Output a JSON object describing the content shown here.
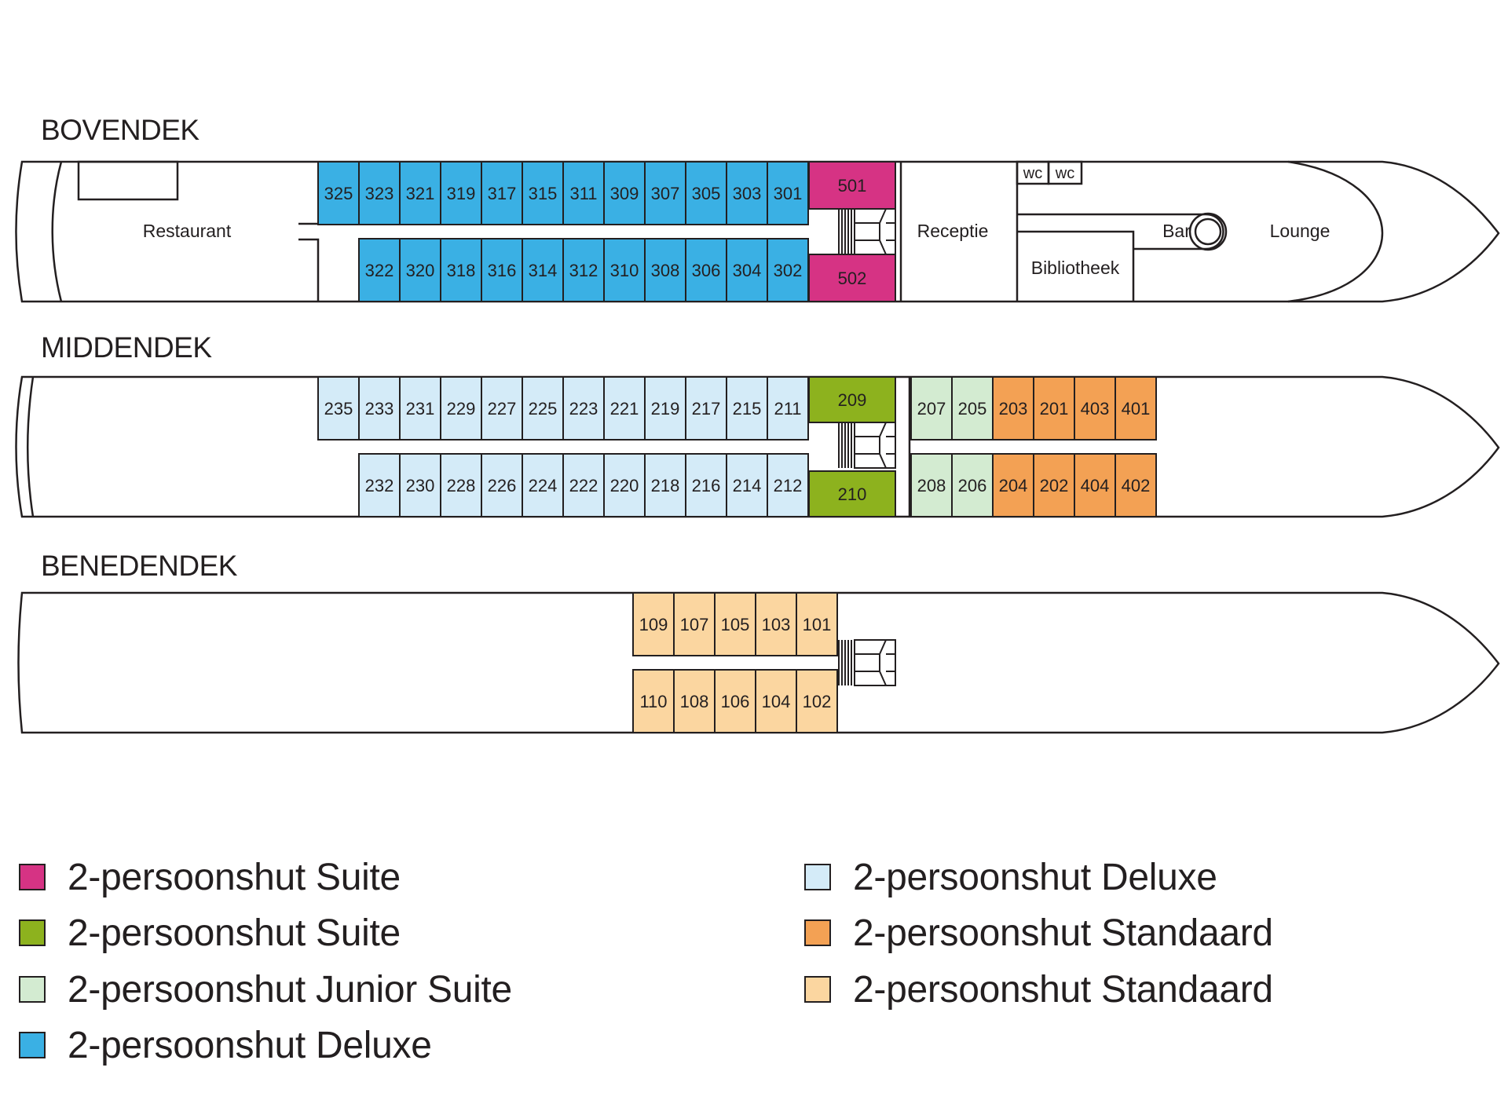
{
  "colors": {
    "suite_magenta": "#d63384",
    "suite_green": "#8db21e",
    "junior_suite": "#d3ebd1",
    "deluxe_blue": "#3ab0e4",
    "deluxe_light": "#d4ebf8",
    "standaard_orange": "#f3a154",
    "standaard_peach": "#fbd6a0",
    "outline": "#231f20"
  },
  "decks": [
    {
      "name": "BOVENDEK",
      "rows": [
        {
          "class": "deluxe_blue",
          "cabins": [
            "325",
            "323",
            "321",
            "319",
            "317",
            "315",
            "311",
            "309",
            "307",
            "305",
            "303",
            "301"
          ]
        },
        {
          "class": "deluxe_blue",
          "cabins": [
            "322",
            "320",
            "318",
            "316",
            "314",
            "312",
            "310",
            "308",
            "306",
            "304",
            "302"
          ]
        }
      ],
      "suites": [
        {
          "class": "suite_magenta",
          "top": "501",
          "bottom": "502"
        }
      ],
      "labels": {
        "restaurant": "Restaurant",
        "receptie": "Receptie",
        "bar": "Bar",
        "lounge": "Lounge",
        "bibliotheek": "Bibliotheek",
        "wc1": "wc",
        "wc2": "wc"
      }
    },
    {
      "name": "MIDDENDEK",
      "rows": [
        {
          "class": "deluxe_light",
          "cabins": [
            "235",
            "233",
            "231",
            "229",
            "227",
            "225",
            "223",
            "221",
            "219",
            "217",
            "215",
            "211"
          ]
        },
        {
          "class": "deluxe_light",
          "cabins": [
            "232",
            "230",
            "228",
            "226",
            "224",
            "222",
            "220",
            "218",
            "216",
            "214",
            "212"
          ]
        }
      ],
      "suites": [
        {
          "class": "suite_green",
          "top": "209",
          "bottom": "210"
        }
      ],
      "aft_rows": [
        {
          "cabins": [
            {
              "n": "207",
              "class": "junior_suite"
            },
            {
              "n": "205",
              "class": "junior_suite"
            },
            {
              "n": "203",
              "class": "standaard_orange"
            },
            {
              "n": "201",
              "class": "standaard_orange"
            },
            {
              "n": "403",
              "class": "standaard_orange"
            },
            {
              "n": "401",
              "class": "standaard_orange"
            }
          ]
        },
        {
          "cabins": [
            {
              "n": "208",
              "class": "junior_suite"
            },
            {
              "n": "206",
              "class": "junior_suite"
            },
            {
              "n": "204",
              "class": "standaard_orange"
            },
            {
              "n": "202",
              "class": "standaard_orange"
            },
            {
              "n": "404",
              "class": "standaard_orange"
            },
            {
              "n": "402",
              "class": "standaard_orange"
            }
          ]
        }
      ]
    },
    {
      "name": "BENEDENDEK",
      "rows": [
        {
          "class": "standaard_peach",
          "cabins": [
            "109",
            "107",
            "105",
            "103",
            "101"
          ]
        },
        {
          "class": "standaard_peach",
          "cabins": [
            "110",
            "108",
            "106",
            "104",
            "102"
          ]
        }
      ]
    }
  ],
  "legend": [
    {
      "class": "suite_magenta",
      "label": "2-persoonshut Suite"
    },
    {
      "class": "suite_green",
      "label": "2-persoonshut Suite"
    },
    {
      "class": "junior_suite",
      "label": "2-persoonshut Junior Suite"
    },
    {
      "class": "deluxe_blue",
      "label": "2-persoonshut Deluxe"
    },
    {
      "class": "deluxe_light",
      "label": "2-persoonshut Deluxe"
    },
    {
      "class": "standaard_orange",
      "label": "2-persoonshut Standaard"
    },
    {
      "class": "standaard_peach",
      "label": "2-persoonshut Standaard"
    }
  ]
}
